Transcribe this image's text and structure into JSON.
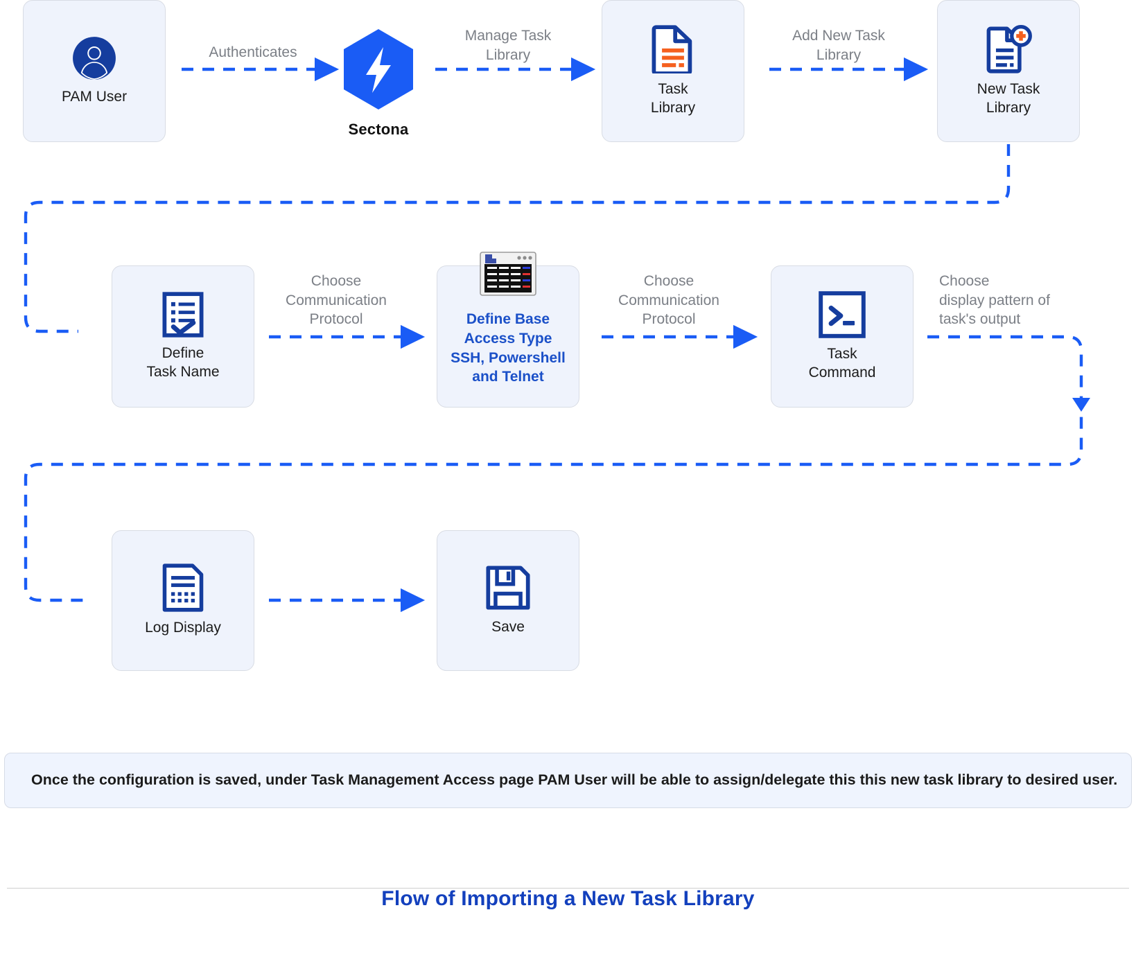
{
  "diagram": {
    "title": "Flow of Importing a New Task Library",
    "colors": {
      "brand_blue": "#1a5cf5",
      "icon_navy": "#153d9e",
      "accent_orange": "#f5601e",
      "card_bg": "#eff3fc",
      "label_gray": "#7b7f86",
      "title_blue": "#1340bd"
    },
    "nodes": {
      "pam_user": {
        "label": "PAM User",
        "icon": "user-avatar-icon"
      },
      "sectona": {
        "label": "Sectona",
        "icon": "sectona-hexagon-logo"
      },
      "task_library": {
        "label": "Task\nLibrary",
        "icon": "document-list-icon"
      },
      "new_task_library": {
        "label": "New Task\nLibrary",
        "icon": "document-add-icon"
      },
      "define_task_name": {
        "label": "Define\nTask Name",
        "icon": "checklist-form-icon"
      },
      "define_base_access_type": {
        "label": "Define Base\nAccess Type\nSSH, Powershell\nand Telnet",
        "icon": "terminal-window-icon"
      },
      "task_command": {
        "label": "Task\nCommand",
        "icon": "console-prompt-icon"
      },
      "log_display": {
        "label": "Log Display",
        "icon": "log-document-icon"
      },
      "save": {
        "label": "Save",
        "icon": "floppy-disk-icon"
      }
    },
    "edges": [
      {
        "id": "authenticates",
        "label": "Authenticates",
        "from": "pam_user",
        "to": "sectona"
      },
      {
        "id": "manage-task-library",
        "label": "Manage Task\nLibrary",
        "from": "sectona",
        "to": "task_library"
      },
      {
        "id": "add-new-task-library",
        "label": "Add New Task\nLibrary",
        "from": "task_library",
        "to": "new_task_library"
      },
      {
        "id": "choose-communication-protocol-1",
        "label": "Choose\nCommunication\nProtocol",
        "from": "define_task_name",
        "to": "define_base_access_type"
      },
      {
        "id": "choose-communication-protocol-2",
        "label": "Choose\nCommunication\nProtocol",
        "from": "define_base_access_type",
        "to": "task_command"
      },
      {
        "id": "choose-display-pattern",
        "label": "Choose\ndisplay pattern of\ntask's output",
        "from": "task_command",
        "to": "log_display"
      },
      {
        "id": "log-to-save",
        "label": "",
        "from": "log_display",
        "to": "save"
      }
    ],
    "note": "Once the configuration is saved, under Task Management Access page PAM User will be able to assign/delegate this this new task library to desired user."
  }
}
